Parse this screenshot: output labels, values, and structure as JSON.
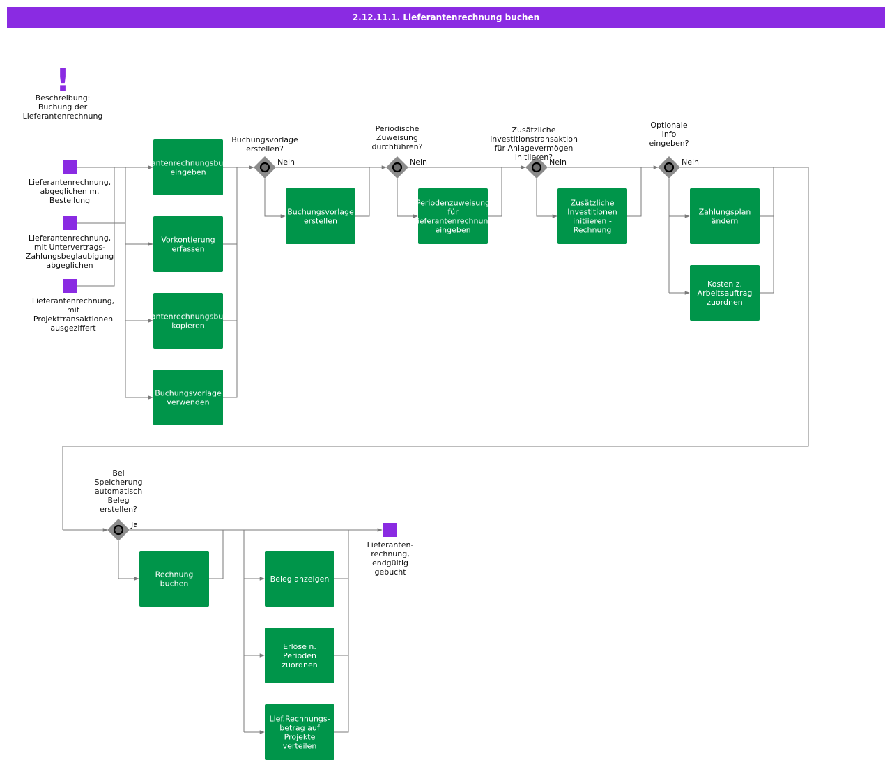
{
  "title": "2.12.11.1. Lieferantenrechnung buchen",
  "note": {
    "lines": [
      "Beschreibung:",
      "Buchung der",
      "Lieferantenrechnung"
    ]
  },
  "start_events": [
    {
      "id": "s1",
      "lines": [
        "Lieferantenrechnung,",
        "abgeglichen m.",
        "Bestellung"
      ]
    },
    {
      "id": "s2",
      "lines": [
        "Lieferantenrechnung,",
        "mit Untervertrags-",
        "Zahlungsbeglaubigung",
        "abgeglichen"
      ]
    },
    {
      "id": "s3",
      "lines": [
        "Lieferantenrechnung,",
        "mit",
        "Projekttransaktionen",
        "ausgeziffert"
      ]
    }
  ],
  "end_event": {
    "lines": [
      "Lieferanten-",
      "rechnung,",
      "endgültig",
      "gebucht"
    ]
  },
  "tasks": [
    {
      "id": "t1",
      "lines": [
        "Lieferantenrechnungsbuchung",
        "eingeben"
      ]
    },
    {
      "id": "t2",
      "lines": [
        "Vorkontierung",
        "erfassen"
      ]
    },
    {
      "id": "t3",
      "lines": [
        "Lieferantenrechnungsbuchung",
        "kopieren"
      ]
    },
    {
      "id": "t4",
      "lines": [
        "Buchungsvorlage",
        "verwenden"
      ]
    },
    {
      "id": "t5",
      "lines": [
        "Buchungsvorlage",
        "erstellen"
      ]
    },
    {
      "id": "t6",
      "lines": [
        "Periodenzuweisung",
        "für",
        "Lieferantenrechnung",
        "eingeben"
      ]
    },
    {
      "id": "t7",
      "lines": [
        "Zusätzliche",
        "Investitionen",
        "initiieren -",
        "Rechnung"
      ]
    },
    {
      "id": "t8",
      "lines": [
        "Zahlungsplan",
        "ändern"
      ]
    },
    {
      "id": "t9",
      "lines": [
        "Kosten z.",
        "Arbeitsauftrag",
        "zuordnen"
      ]
    },
    {
      "id": "t10",
      "lines": [
        "Rechnung",
        "buchen"
      ]
    },
    {
      "id": "t11",
      "lines": [
        "Beleg anzeigen"
      ]
    },
    {
      "id": "t12",
      "lines": [
        "Erlöse n.",
        "Perioden",
        "zuordnen"
      ]
    },
    {
      "id": "t13",
      "lines": [
        "Lief.Rechnungs-",
        "betrag auf",
        "Projekte",
        "verteilen"
      ]
    }
  ],
  "gateways": [
    {
      "id": "g1",
      "question": [
        "Buchungsvorlage",
        "erstellen?"
      ],
      "branch_label": "Nein"
    },
    {
      "id": "g2",
      "question": [
        "Periodische",
        "Zuweisung",
        "durchführen?"
      ],
      "branch_label": "Nein"
    },
    {
      "id": "g3",
      "question": [
        "Zusätzliche",
        "Investitionstransaktion",
        "für Anlagevermögen",
        "initiieren?"
      ],
      "branch_label": "Nein"
    },
    {
      "id": "g4",
      "question": [
        "Optionale",
        "Info",
        "eingeben?"
      ],
      "branch_label": "Nein"
    },
    {
      "id": "g5",
      "question": [
        "Bei",
        "Speicherung",
        "automatisch",
        "Beleg",
        "erstellen?"
      ],
      "branch_label": "Ja"
    }
  ],
  "colors": {
    "title_bar": "#8a2be2",
    "task": "#00954a",
    "event": "#8a2be2",
    "gateway": "#8c8c8c",
    "connector": "#7a7a7a"
  },
  "icons": {
    "note": "exclamation-icon",
    "gateway": "gateway-diamond-icon"
  }
}
